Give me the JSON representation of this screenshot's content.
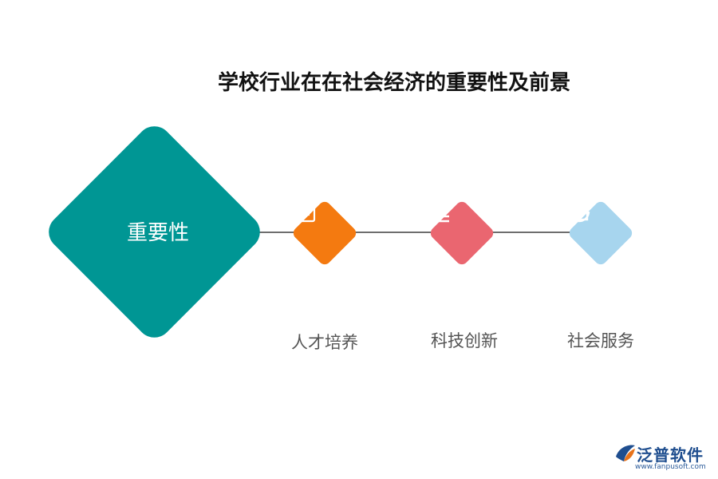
{
  "title": "学校行业在在社会经济的重要性及前景",
  "center": {
    "label": "重要性",
    "color": "#009694"
  },
  "nodes": [
    {
      "label": "人才培养",
      "color": "#f47a10",
      "icon": "document-icon"
    },
    {
      "label": "科技创新",
      "color": "#ea6670",
      "icon": "download-icon"
    },
    {
      "label": "社会服务",
      "color": "#a7d5ee",
      "icon": "chart-icon"
    }
  ],
  "brand": {
    "name": "泛普软件",
    "url": "www.fanpusoft.com"
  }
}
